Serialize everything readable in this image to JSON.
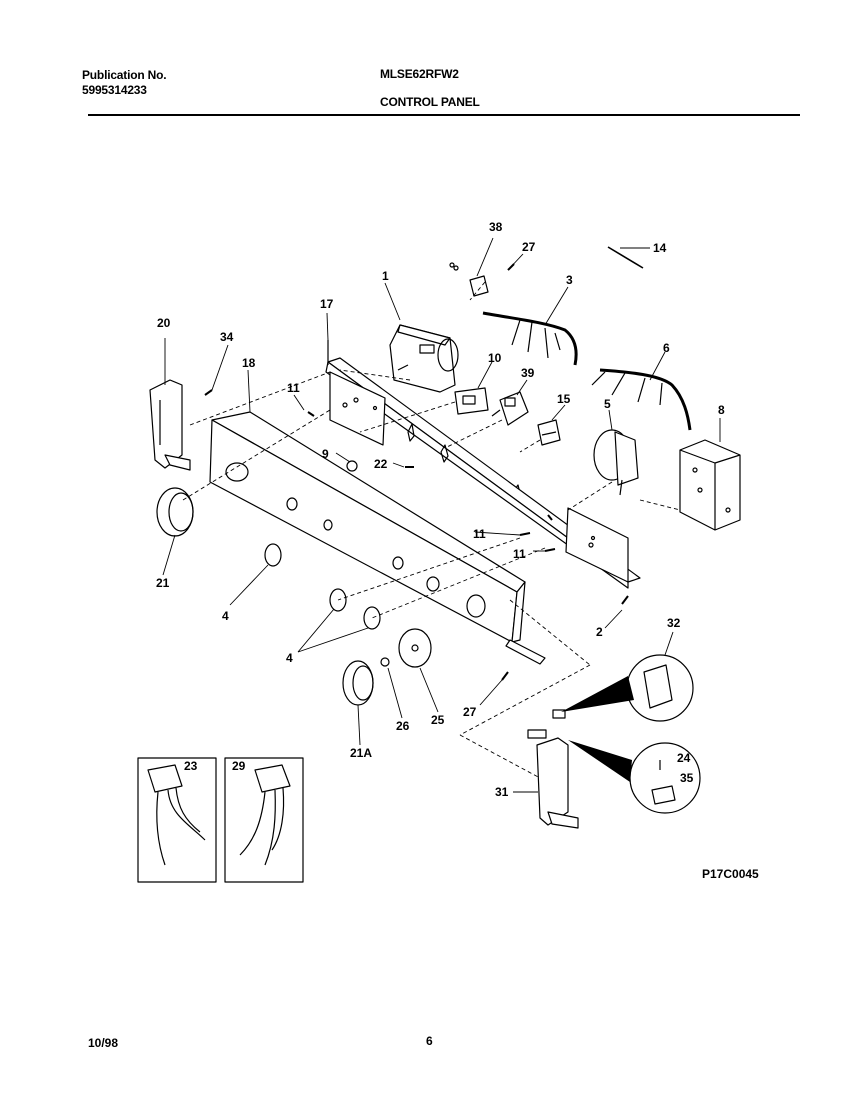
{
  "header": {
    "publication_label": "Publication No.",
    "publication_number": "5995314233",
    "model": "MLSE62RFW2",
    "section_title": "CONTROL PANEL"
  },
  "callouts": {
    "c1": "1",
    "c2": "2",
    "c3": "3",
    "c4a": "4",
    "c4b": "4",
    "c5": "5",
    "c6": "6",
    "c8": "8",
    "c9": "9",
    "c10": "10",
    "c11a": "11",
    "c11b": "11",
    "c11c": "11",
    "c14": "14",
    "c15": "15",
    "c17": "17",
    "c18": "18",
    "c20": "20",
    "c21": "21",
    "c21a": "21A",
    "c22": "22",
    "c23": "23",
    "c24": "24",
    "c25": "25",
    "c26": "26",
    "c27a": "27",
    "c27b": "27",
    "c29": "29",
    "c31": "31",
    "c32": "32",
    "c34": "34",
    "c35": "35",
    "c38": "38",
    "c39": "39"
  },
  "figure_code": "P17C0045",
  "footer": {
    "date": "10/98",
    "page": "6"
  }
}
